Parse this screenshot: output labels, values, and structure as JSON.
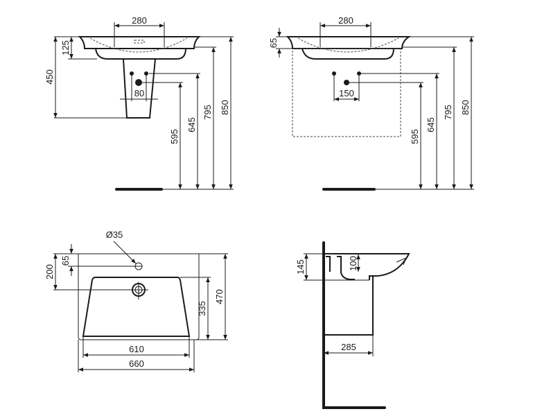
{
  "views": {
    "front_pedestal": {
      "d280": "280",
      "d125": "125",
      "d450": "450",
      "d80": "80",
      "d595": "595",
      "d645": "645",
      "d795": "795",
      "d850": "850"
    },
    "front_wall": {
      "d280": "280",
      "d65": "65",
      "d150": "150",
      "d595": "595",
      "d645": "645",
      "d795": "795",
      "d850": "850"
    },
    "top": {
      "dia35": "Ø35",
      "d65": "65",
      "d200": "200",
      "d335": "335",
      "d470": "470",
      "d610": "610",
      "d660": "660"
    },
    "side": {
      "d145": "145",
      "d100": "100",
      "d285": "285"
    }
  },
  "colors": {
    "line": "#1a1a1a",
    "background": "#ffffff"
  }
}
